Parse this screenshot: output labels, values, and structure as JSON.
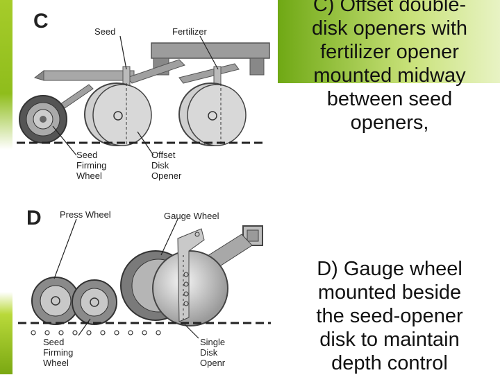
{
  "panel_c": {
    "letter": "C",
    "labels": {
      "seed": "Seed",
      "fertilizer": "Fertilizer",
      "seed_firming_wheel": "Seed\nFirming\nWheel",
      "offset_disk_opener": "Offset\nDisk\nOpener"
    },
    "caption": "C) Offset double-\ndisk openers with\nfertilizer opener\nmounted midway\nbetween seed\nopeners,"
  },
  "panel_d": {
    "letter": "D",
    "labels": {
      "press_wheel": "Press Wheel",
      "gauge_wheel": "Gauge Wheel",
      "seed_firming_wheel": "Seed\nFirming\nWheel",
      "single_disk_openr": "Single\nDisk\nOpenr"
    },
    "caption": "D) Gauge wheel\nmounted beside\nthe seed-opener\ndisk to maintain\ndepth control"
  },
  "colors": {
    "accent_green": "#8fbd1c",
    "drawing_gray": "#9a9a9a"
  }
}
